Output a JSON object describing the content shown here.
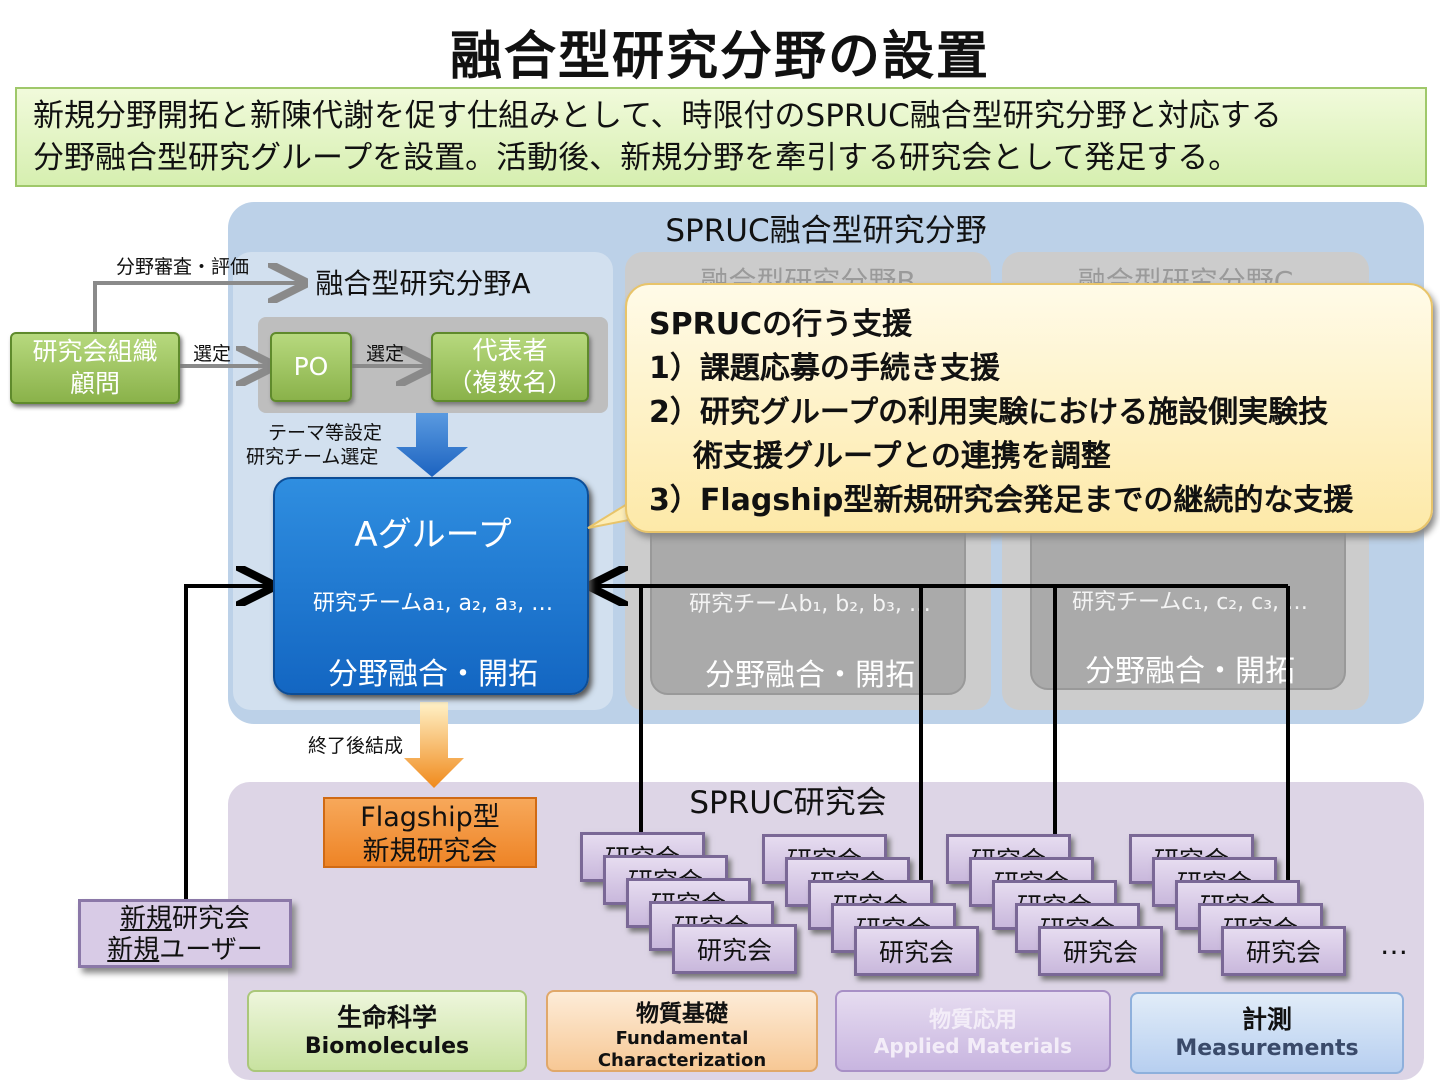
{
  "title": "融合型研究分野の設置",
  "intro": {
    "line1": "新規分野開拓と新陳代謝を促す仕組みとして、時限付のSPRUC融合型研究分野と対応する",
    "line2": "分野融合型研究グループを設置。活動後、新規分野を牽引する研究会として発足する。"
  },
  "fusion_area": {
    "title": "SPRUC融合型研究分野",
    "field_a": "融合型研究分野A",
    "field_b": "融合型研究分野B",
    "field_c": "融合型研究分野C"
  },
  "flow": {
    "org_line1": "研究会組織",
    "org_line2": "顧問",
    "review_label": "分野審査・評価",
    "select_label_1": "選定",
    "po": "PO",
    "select_label_2": "選定",
    "rep_line1": "代表者",
    "rep_line2": "（複数名）",
    "theme_line1": "テーマ等設定",
    "theme_line2": "研究チーム選定",
    "after_label": "終了後結成"
  },
  "groups": {
    "a": {
      "title": "Aグループ",
      "team": "研究チームa₁, a₂, a₃, …",
      "bottom": "分野融合・開拓"
    },
    "b": {
      "team": "研究チームb₁, b₂, b₃, …",
      "bottom": "分野融合・開拓"
    },
    "c": {
      "team": "研究チームc₁, c₂, c₃, …",
      "bottom": "分野融合・開拓"
    }
  },
  "callout": {
    "heading": "SPRUCの行う支援",
    "item1": "1）課題応募の手続き支援",
    "item2_line1": "2）研究グループの利用実験における施設側実験技",
    "item2_line2": "術支援グループとの連携を調整",
    "item3": "3）Flagship型新規研究会発足までの継続的な支援"
  },
  "kenkyukai": {
    "title": "SPRUC研究会",
    "flagship_line1": "Flagship型",
    "flagship_line2": "新規研究会",
    "new_line1_u": "新規",
    "new_line1_rest": "研究会",
    "new_line2_u": "新規",
    "new_line2_rest": "ユーザー",
    "card_label": "研究会",
    "ellipsis": "…"
  },
  "categories": [
    {
      "jp": "生命科学",
      "en": "Biomolecules"
    },
    {
      "jp": "物質基礎",
      "en": "Fundamental Characterization"
    },
    {
      "jp": "物質応用",
      "en": "Applied Materials"
    },
    {
      "jp": "計測",
      "en": "Measurements"
    }
  ],
  "colors": {
    "fusion_panel": "#bcd1e8",
    "group_a": "#1f7ad4",
    "callout": "#fdf0c4",
    "flagship": "#f0903a",
    "kenkyukai_panel": "#ddd5e6"
  }
}
